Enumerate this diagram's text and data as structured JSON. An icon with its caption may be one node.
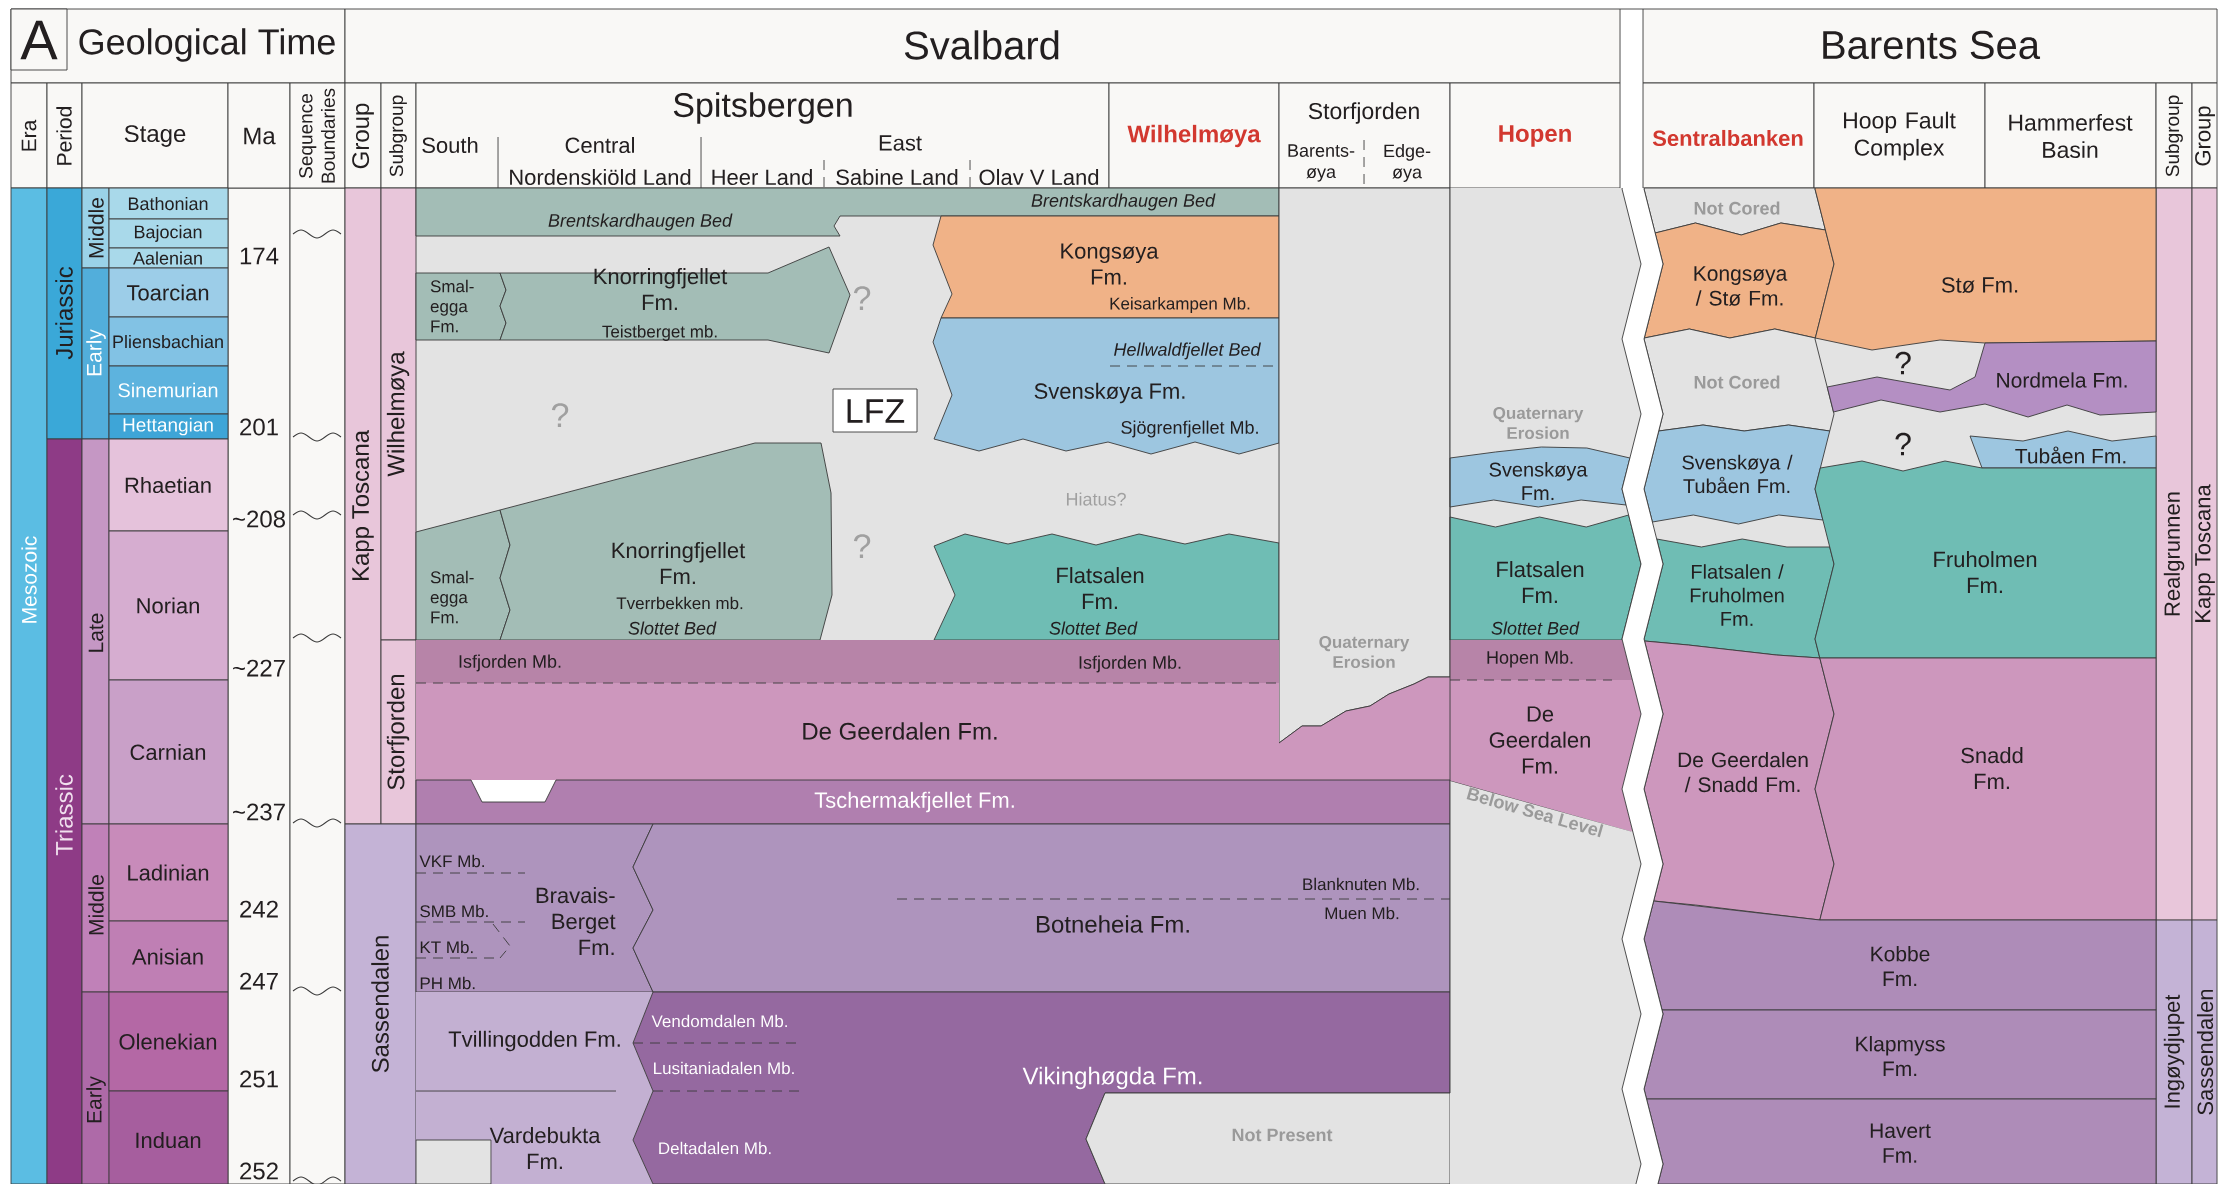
{
  "diagram": {
    "nodes": [
      {
        "text": [
          "Geological Time"
        ]
      },
      {
        "text": [
          "A"
        ],
        "in": 0
      },
      {
        "text": [
          "Svalbard"
        ]
      },
      {
        "text": [
          "Barents Sea"
        ]
      },
      {
        "text": [
          "Era"
        ]
      },
      {
        "text": [
          "Period"
        ]
      },
      {
        "text": [
          "Stage"
        ]
      },
      {
        "text": [
          "Ma"
        ]
      },
      {
        "text": [
          "Sequence Boundaries"
        ]
      },
      {
        "text": [
          "Group"
        ]
      },
      {
        "text": [
          "Subgroup"
        ]
      },
      {
        "text": [
          "Spitsbergen",
          "South",
          "Central",
          "Nordenskiöld Land",
          "East",
          "Heer Land",
          "Sabine Land",
          "Olav V Land"
        ]
      },
      {
        "text": [
          "Wilhelmøya"
        ]
      },
      {
        "text": [
          "Storfjorden",
          "Barents- øya",
          "Edge- øya"
        ]
      },
      {
        "text": [
          "Hopen"
        ]
      },
      {
        "text": [
          "Sentralbanken"
        ]
      },
      {
        "text": [
          "Hoop Fault Complex"
        ]
      },
      {
        "text": [
          "Hammerfest Basin"
        ]
      },
      {
        "text": [
          "Subgroup"
        ]
      },
      {
        "text": [
          "Group"
        ]
      },
      {
        "text": [
          "Mesozoic"
        ]
      },
      {
        "text": [
          "Juriassic"
        ]
      },
      {
        "text": [
          "Triassic"
        ]
      },
      {
        "text": [
          "Middle"
        ]
      },
      {
        "text": [
          "Early"
        ]
      },
      {
        "text": [
          "Late"
        ]
      },
      {
        "text": [
          "Middle"
        ]
      },
      {
        "text": [
          "Early"
        ]
      },
      {
        "text": [
          "Bathonian"
        ]
      },
      {
        "text": [
          "Bajocian"
        ]
      },
      {
        "text": [
          "Aalenian"
        ]
      },
      {
        "text": [
          "Toarcian"
        ]
      },
      {
        "text": [
          "Pliensbachian"
        ]
      },
      {
        "text": [
          "Sinemurian"
        ]
      },
      {
        "text": [
          "Hettangian"
        ]
      },
      {
        "text": [
          "Rhaetian"
        ]
      },
      {
        "text": [
          "Norian"
        ]
      },
      {
        "text": [
          "Carnian"
        ]
      },
      {
        "text": [
          "Ladinian"
        ]
      },
      {
        "text": [
          "Anisian"
        ]
      },
      {
        "text": [
          "Olenekian"
        ]
      },
      {
        "text": [
          "Induan"
        ]
      },
      {
        "text": [
          "Kapp Toscana"
        ]
      },
      {
        "text": [
          "Wilhelmøya"
        ]
      },
      {
        "text": [
          "Storfjorden"
        ]
      },
      {
        "text": [
          "Sassendalen"
        ]
      },
      {
        "text": [
          "Realgrunnen"
        ]
      },
      {
        "text": [
          "Kapp Toscana"
        ]
      },
      {
        "text": [
          "Ingøydjupet"
        ]
      },
      {
        "text": [
          "Sassendalen"
        ]
      },
      {
        "text": [
          "Brentskardhaugen Bed",
          "Brentskardhaugen Bed"
        ]
      },
      {
        "text": [
          "Smal- egga Fm."
        ]
      },
      {
        "text": [
          "Knorringfjellet Fm.",
          "Teistberget mb."
        ]
      },
      {
        "text": [
          "Kongsøya Fm.",
          "Keisarkampen Mb."
        ]
      },
      {
        "text": [
          "Hellwaldfjellet Bed",
          "Svenskøya Fm.",
          "Sjögrenfjellet Mb."
        ]
      },
      {
        "text": [
          "LFZ"
        ]
      },
      {
        "text": [
          "Smal- egga Fm."
        ]
      },
      {
        "text": [
          "Knorringfjellet Fm.",
          "Tverrbekken mb.",
          "Slottet Bed"
        ]
      },
      {
        "text": [
          "Flatsalen Fm.",
          "Slottet Bed"
        ]
      },
      {
        "text": [
          "Quaternary Erosion"
        ]
      },
      {
        "text": [
          "Isfjorden Mb.",
          "Isfjorden Mb."
        ]
      },
      {
        "text": [
          "De Geerdalen Fm."
        ]
      },
      {
        "text": [
          "Tschermakfjellet Fm."
        ]
      },
      {
        "text": [
          "VKF Mb.",
          "SMB Mb.",
          "KT Mb.",
          "PH Mb.",
          "Bravais- Berget Fm."
        ]
      },
      {
        "text": [
          "Blanknuten Mb.",
          "Muen Mb.",
          "Botneheia Fm."
        ]
      },
      {
        "text": [
          "Tvillingodden Fm."
        ]
      },
      {
        "text": [
          "Vardebukta Fm."
        ]
      },
      {
        "text": [
          "Vendomdalen Mb.",
          "Lusitaniadalen Mb.",
          "Deltadalen Mb.",
          "Vikinghøgda Fm."
        ]
      },
      {
        "text": [
          "Not Present"
        ]
      },
      {
        "text": [
          "Quaternary Erosion"
        ]
      },
      {
        "text": [
          "Svenskøya Fm."
        ]
      },
      {
        "text": [
          "Flatsalen Fm.",
          "Slottet Bed"
        ]
      },
      {
        "text": [
          "Hopen Mb."
        ]
      },
      {
        "text": [
          "De Geerdalen Fm."
        ]
      },
      {
        "text": [
          "Below Sea Level"
        ]
      },
      {
        "text": [
          "Not Cored"
        ]
      },
      {
        "text": [
          "Kongsøya / Stø Fm."
        ]
      },
      {
        "text": [
          "Not Cored"
        ]
      },
      {
        "text": [
          "Svenskøya / Tubåen Fm."
        ]
      },
      {
        "text": [
          "Flatsalen / Fruholmen Fm."
        ]
      },
      {
        "text": [
          "De Geerdalen / Snadd Fm."
        ]
      },
      {
        "text": [
          "Stø Fm."
        ]
      },
      {
        "text": [
          "Nordmela Fm."
        ]
      },
      {
        "text": [
          "Tubåen Fm."
        ]
      },
      {
        "text": [
          "Fruholmen Fm."
        ]
      },
      {
        "text": [
          "Snadd Fm."
        ]
      },
      {
        "text": [
          "Kobbe Fm."
        ]
      },
      {
        "text": [
          "Klapmyss Fm."
        ]
      },
      {
        "text": [
          "Havert Fm."
        ]
      }
    ],
    "labels": [
      "174",
      "201",
      "~208",
      "~227",
      "~237",
      "242",
      "247",
      "251",
      "252",
      "?",
      "?",
      "?",
      "Hiatus?",
      "?",
      "?"
    ]
  }
}
